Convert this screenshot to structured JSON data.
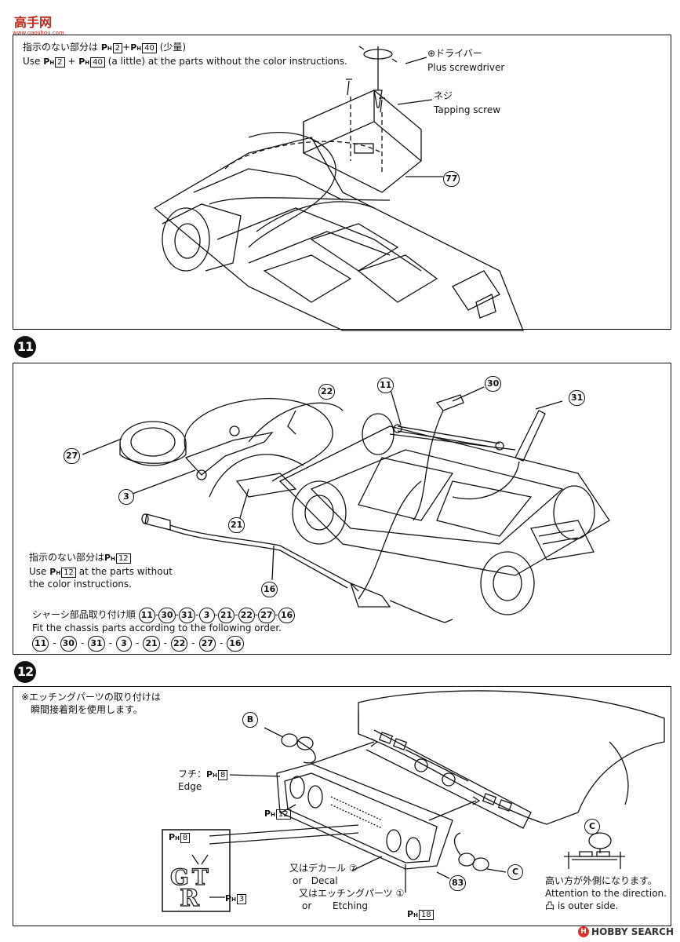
{
  "watermark": {
    "logo": "高手网",
    "logo_sub": "www.gaoshou.com",
    "footer": "HOBBY SEARCH"
  },
  "step10": {
    "note_jp": "指示のない部分は",
    "note_jp_parts": [
      "2",
      "40"
    ],
    "note_jp_tail": "(少量)",
    "note_en_pre": "Use",
    "note_en_mid": "(a little) at the parts without the color instructions.",
    "screwdriver_jp": "ドライバー",
    "screwdriver_en": "Plus screwdriver",
    "screw_jp": "ネジ",
    "screw_en": "Tapping screw",
    "part": "77"
  },
  "step11": {
    "badge": "11",
    "parts": {
      "p22": "22",
      "p11": "11",
      "p30": "30",
      "p31": "31",
      "p27": "27",
      "p3": "3",
      "p21": "21",
      "p16": "16"
    },
    "note_jp": "指示のない部分は",
    "note_jp_part": "12",
    "note_en_pre": "Use",
    "note_en_post": "at the parts without",
    "note_en_line2": "the color instructions.",
    "order_jp": "シャーシ部品取り付け順",
    "order_en": "Fit the chassis parts according to the following order.",
    "order": [
      "11",
      "30",
      "31",
      "3",
      "21",
      "22",
      "27",
      "16"
    ]
  },
  "step12": {
    "badge": "12",
    "etch_note_line1": "※エッチングパーツの取り付けは",
    "etch_note_line2": "瞬間接着剤を使用します。",
    "label_b": "B",
    "label_c": "C",
    "edge_jp": "フチ：",
    "edge_part": "8",
    "edge_en": "Edge",
    "grille_part": "12",
    "emblem_part": "8",
    "emblem_r_part": "3",
    "gt_text": "GT",
    "r_text": "R",
    "decal_jp": "又はデカール",
    "decal_num": "⑦",
    "decal_en_or": "or",
    "decal_en": "Decal",
    "etch_jp": "又はエッチングパーツ",
    "etch_num": "①",
    "etch_en_or": "or",
    "etch_en": "Etching",
    "bumper_part": "18",
    "part83": "83",
    "direction_jp": "高い方が外側になります。",
    "direction_en": "Attention to the direction.",
    "outer_side": "is outer side.",
    "outer_symbol": "凸"
  },
  "ph_label": "P",
  "ph_sub": "H"
}
